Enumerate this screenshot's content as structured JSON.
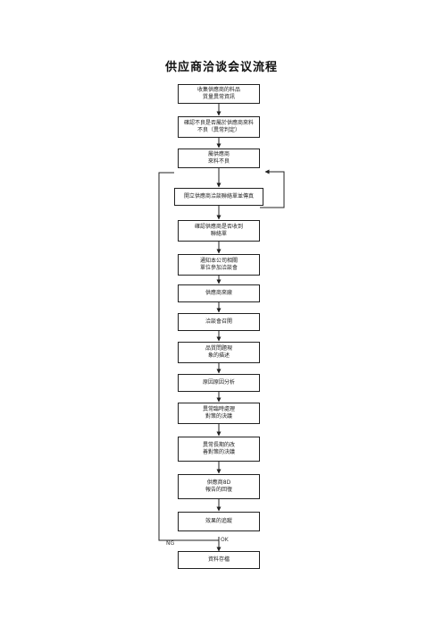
{
  "title": "供应商洽谈会议流程",
  "steps": [
    {
      "line1": "收集供應商的料品",
      "line2": "質量異常資訊"
    },
    {
      "line1": "確認不良是否屬於供應商來料",
      "line2": "不良（異常判定）"
    },
    {
      "line1": "屬供應商",
      "line2": "來料不良"
    },
    {
      "line1": "開立供應商洽談聯絡單並傳真",
      "line2": ""
    },
    {
      "line1": "確認供應商是否收到",
      "line2": "聯絡單"
    },
    {
      "line1": "通知本公司相關",
      "line2": "單位參加洽談會"
    },
    {
      "line1": "供應商來廠",
      "line2": ""
    },
    {
      "line1": "洽談會召開",
      "line2": ""
    },
    {
      "line1": "品質問題現",
      "line2": "象的描述"
    },
    {
      "line1": "原因原因分析",
      "line2": ""
    },
    {
      "line1": "異常臨時處理",
      "line2": "對策的決議"
    },
    {
      "line1": "異常長期的改",
      "line2": "善對策的決議"
    },
    {
      "line1": "供應商8D",
      "line2": "報告的回復"
    },
    {
      "line1": "效果的追蹤",
      "line2": ""
    },
    {
      "line1": "資料存檔",
      "line2": ""
    }
  ],
  "labels": {
    "ng": "NG",
    "ok": "OK"
  }
}
